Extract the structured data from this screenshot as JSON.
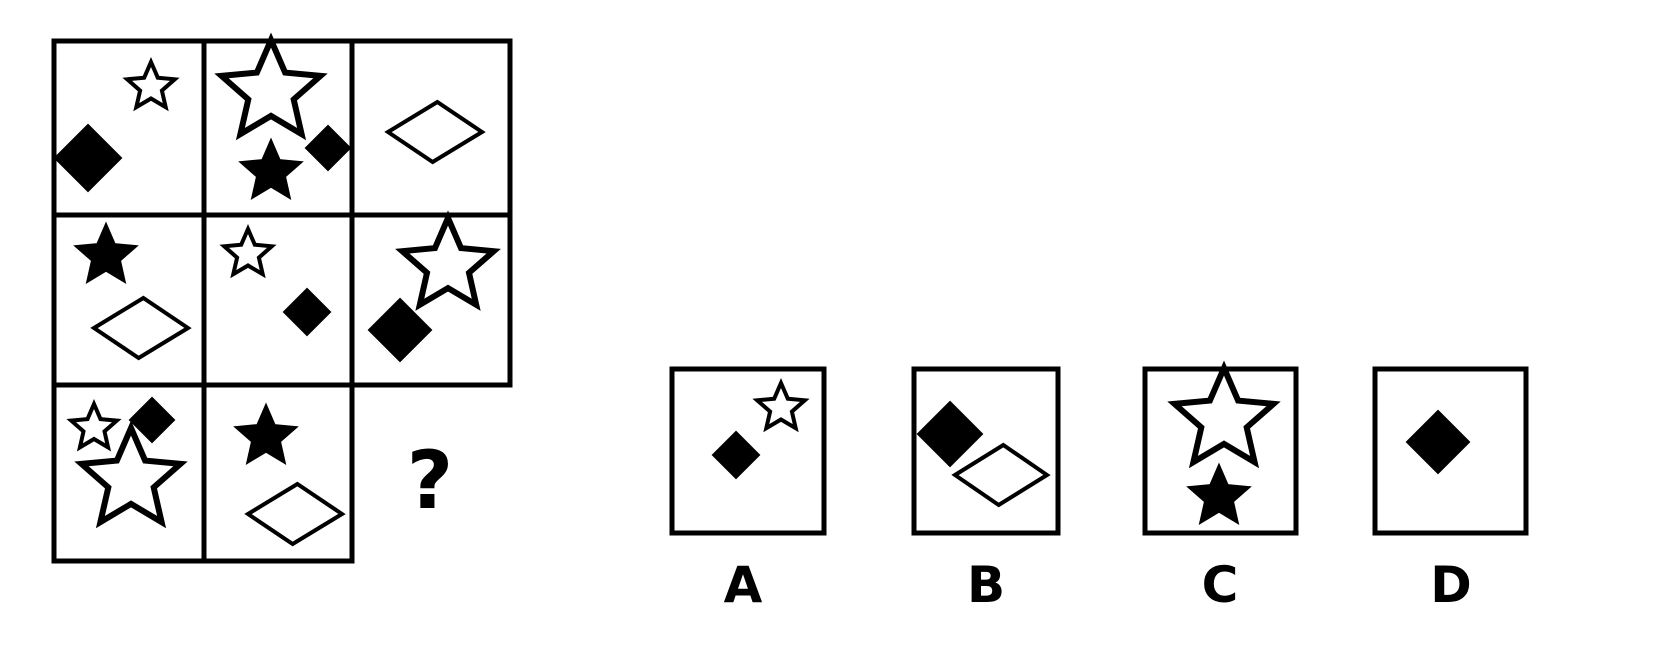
{
  "puzzle": {
    "question_mark": "?",
    "grid": [
      [
        [
          {
            "shape": "star",
            "fill": "outline",
            "size": "small"
          },
          {
            "shape": "square-diamond",
            "fill": "black",
            "size": "large"
          }
        ],
        [
          {
            "shape": "star",
            "fill": "outline",
            "size": "large"
          },
          {
            "shape": "star",
            "fill": "black",
            "size": "medium"
          },
          {
            "shape": "square-diamond",
            "fill": "black",
            "size": "small"
          }
        ],
        [
          {
            "shape": "flat-diamond",
            "fill": "outline",
            "size": "medium"
          }
        ]
      ],
      [
        [
          {
            "shape": "star",
            "fill": "black",
            "size": "medium"
          },
          {
            "shape": "flat-diamond",
            "fill": "outline",
            "size": "medium"
          }
        ],
        [
          {
            "shape": "star",
            "fill": "outline",
            "size": "small"
          },
          {
            "shape": "square-diamond",
            "fill": "black",
            "size": "small"
          }
        ],
        [
          {
            "shape": "star",
            "fill": "outline",
            "size": "large"
          },
          {
            "shape": "square-diamond",
            "fill": "black",
            "size": "large"
          }
        ]
      ],
      [
        [
          {
            "shape": "star",
            "fill": "outline",
            "size": "small"
          },
          {
            "shape": "square-diamond",
            "fill": "black",
            "size": "small"
          },
          {
            "shape": "star",
            "fill": "outline",
            "size": "large"
          }
        ],
        [
          {
            "shape": "star",
            "fill": "black",
            "size": "medium"
          },
          {
            "shape": "flat-diamond",
            "fill": "outline",
            "size": "medium"
          }
        ],
        null
      ]
    ]
  },
  "options": [
    {
      "label": "A",
      "shapes": [
        {
          "shape": "star",
          "fill": "outline",
          "size": "small"
        },
        {
          "shape": "square-diamond",
          "fill": "black",
          "size": "small"
        }
      ]
    },
    {
      "label": "B",
      "shapes": [
        {
          "shape": "square-diamond",
          "fill": "black",
          "size": "large"
        },
        {
          "shape": "flat-diamond",
          "fill": "outline",
          "size": "medium"
        }
      ]
    },
    {
      "label": "C",
      "shapes": [
        {
          "shape": "star",
          "fill": "outline",
          "size": "large"
        },
        {
          "shape": "star",
          "fill": "black",
          "size": "medium"
        }
      ]
    },
    {
      "label": "D",
      "shapes": [
        {
          "shape": "square-diamond",
          "fill": "black",
          "size": "medium"
        }
      ]
    }
  ],
  "colors": {
    "ink": "#000000",
    "paper": "#ffffff"
  }
}
